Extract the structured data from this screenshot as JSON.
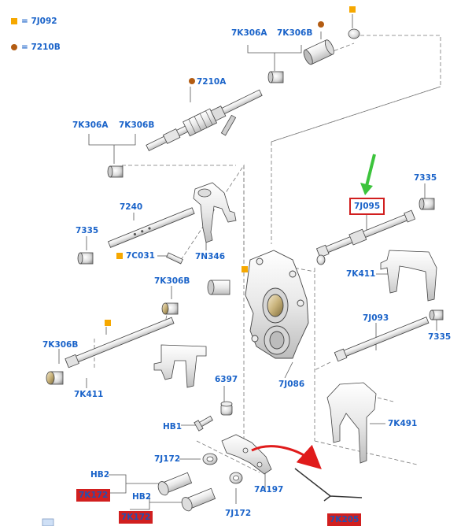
{
  "legend": [
    {
      "marker": "square",
      "color": "#f6a800",
      "eq": "=",
      "code": "7J092"
    },
    {
      "marker": "circle",
      "color": "#b35c12",
      "eq": "=",
      "code": "7210B"
    }
  ],
  "labels": {
    "l7K306A_top": "7K306A",
    "l7K306B_top": "7K306B",
    "l7210A": "7210A",
    "l7K306A_mid": "7K306A",
    "l7K306B_mid": "7K306B",
    "l7240": "7240",
    "l7335_left": "7335",
    "l7C031": "7C031",
    "l7N346": "7N346",
    "l7K306B_low": "7K306B",
    "l7K306B_shaft": "7K306B",
    "l7K411_left": "7K411",
    "l6397": "6397",
    "l7J086": "7J086",
    "lHB1": "HB1",
    "l7J172_upper": "7J172",
    "lHB2_upper": "HB2",
    "lHB2_lower": "HB2",
    "l7J172_lower": "7J172",
    "l7A197": "7A197",
    "l7335_right_top": "7335",
    "l7K411_right": "7K411",
    "l7J093": "7J093",
    "l7335_right_low": "7335",
    "l7K491": "7K491"
  },
  "highlighted": {
    "boxed": "7J095",
    "red1": "7K172",
    "red2": "7K172",
    "red3": "7K205"
  },
  "colors": {
    "label_blue": "#1a63c9",
    "highlight_red": "#d11f1f",
    "arrow_green": "#3cc43c",
    "arrow_red": "#e01b1b",
    "accent_orange": "#f6a800",
    "accent_brown": "#b35c12"
  }
}
